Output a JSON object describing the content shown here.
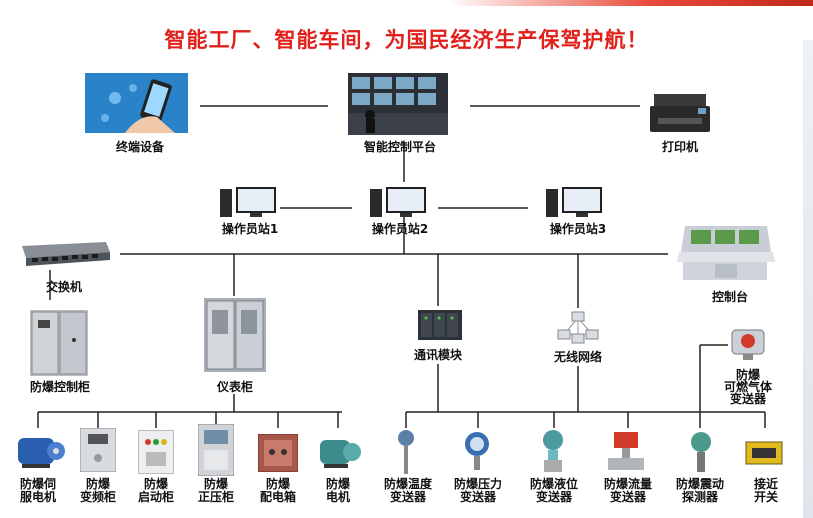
{
  "title": "智能工厂、智能车间，为国民经济生产保驾护航！",
  "nodes": {
    "terminal": "终端设备",
    "platform": "智能控制平台",
    "printer": "打印机",
    "station1": "操作员站1",
    "station2": "操作员站2",
    "station3": "操作员站3",
    "switch": "交换机",
    "console": "控制台",
    "cabinet": "防爆控制柜",
    "meter_cabinet": "仪表柜",
    "comm_module": "通讯模块",
    "wireless": "无线网络",
    "gas_l1": "防爆",
    "gas_l2": "可燃气体",
    "gas_l3": "变送器"
  },
  "devices": [
    {
      "l1": "防爆伺",
      "l2": "服电机"
    },
    {
      "l1": "防爆",
      "l2": "变频柜"
    },
    {
      "l1": "防爆",
      "l2": "启动柜"
    },
    {
      "l1": "防爆",
      "l2": "正压柜"
    },
    {
      "l1": "防爆",
      "l2": "配电箱"
    },
    {
      "l1": "防爆",
      "l2": "电机"
    },
    {
      "l1": "防爆温度",
      "l2": "变送器"
    },
    {
      "l1": "防爆压力",
      "l2": "变送器"
    },
    {
      "l1": "防爆液位",
      "l2": "变送器"
    },
    {
      "l1": "防爆流量",
      "l2": "变送器"
    },
    {
      "l1": "防爆震动",
      "l2": "探测器"
    },
    {
      "l1": "接近",
      "l2": "开关"
    }
  ],
  "colors": {
    "title": "#e0201a",
    "line": "#222222"
  }
}
